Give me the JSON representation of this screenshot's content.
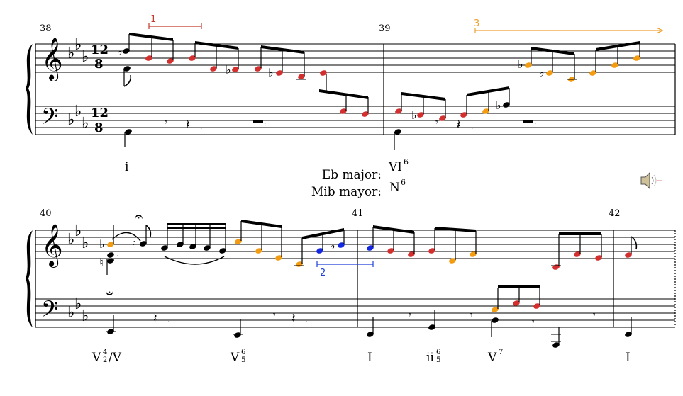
{
  "measures": {
    "m38": "38",
    "m39": "39",
    "m40": "40",
    "m41": "41",
    "m42": "42"
  },
  "time_signature": {
    "numerator": "12",
    "denominator": "8"
  },
  "brackets": {
    "b1": "1",
    "b2": "2",
    "b3": "3"
  },
  "key_labels": {
    "eb_major": "Eb major:",
    "mib_mayor": "Mib mayor:"
  },
  "roman_numerals": {
    "m38_i": "i",
    "m39_vi": "VI",
    "m39_vi_sup": "6",
    "m39_n": "N",
    "m39_n_sup": "6",
    "m40_v42": "V",
    "m40_v42_sup": "4",
    "m40_v42_sub": "2",
    "m40_v42_over": "/V",
    "m40_v65": "V",
    "m40_v65_sup": "6",
    "m40_v65_sub": "5",
    "m41_I": "I",
    "m41_ii": "ii",
    "m41_ii_sup": "6",
    "m41_ii_sub": "5",
    "m41_v7": "V",
    "m41_v7_sup": "7",
    "m42_I": "I"
  },
  "colors": {
    "red": "#d32f2f",
    "orange": "#f39c12",
    "blue": "#1428e0",
    "black": "#000000",
    "bracket_red": "#c0392b",
    "bracket_blue": "#1f3fd6",
    "bracket_orange": "#f0a030"
  },
  "icons": [
    "speaker-icon"
  ]
}
